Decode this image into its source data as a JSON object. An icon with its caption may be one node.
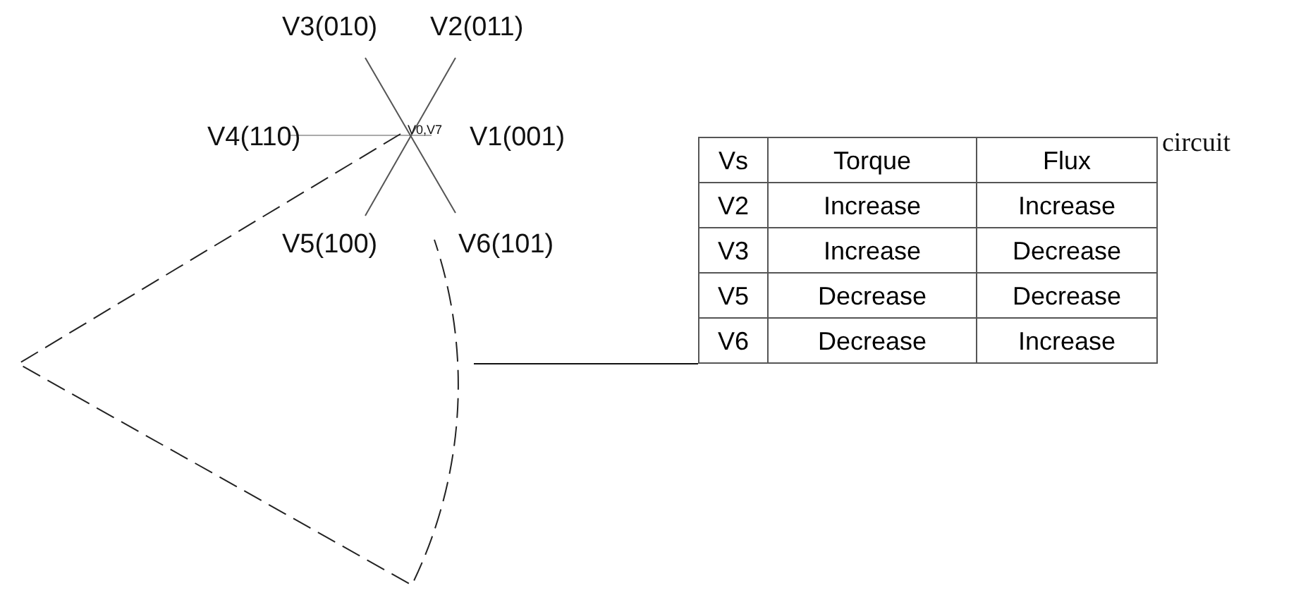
{
  "diagram": {
    "nodes": [
      {
        "text": [],
        "shape": "sector"
      },
      {
        "text": [
          "Vs",
          "Torque",
          "Flux",
          "V2",
          "Increase",
          "Increase",
          "V3",
          "Increase",
          "Decrease",
          "V5",
          "Decrease",
          "Decrease",
          "V6",
          "Decrease",
          "Increase"
        ]
      }
    ],
    "edges": [
      {
        "from": 0,
        "to": 1,
        "arrow": "none"
      }
    ],
    "labels": [
      "V3(010)",
      "V2(011)",
      "V4(110)",
      "V0,V7",
      "V1(001)",
      "circuit",
      "V5(100)",
      "V6(101)"
    ]
  }
}
